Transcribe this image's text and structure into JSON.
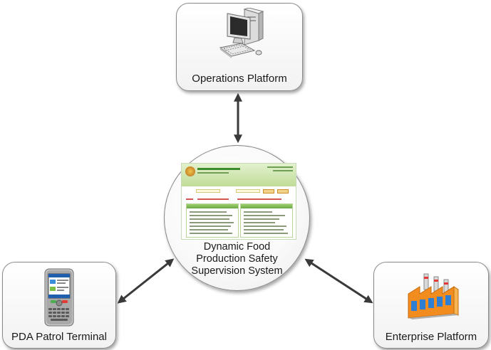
{
  "nodes": {
    "operations_platform": {
      "label": "Operations Platform",
      "icon": "desktop-computer-icon"
    },
    "pda_patrol_terminal": {
      "label": "PDA Patrol Terminal",
      "icon": "pda-device-icon"
    },
    "enterprise_platform": {
      "label": "Enterprise Platform",
      "icon": "factory-icon"
    },
    "hub": {
      "label_lines": [
        "Dynamic Food",
        "Production Safety",
        "Supervision System"
      ],
      "thumbnail": "system-website-screenshot"
    }
  },
  "edges": [
    {
      "from": "hub",
      "to": "operations_platform",
      "type": "bidirectional"
    },
    {
      "from": "hub",
      "to": "pda_patrol_terminal",
      "type": "bidirectional"
    },
    {
      "from": "hub",
      "to": "enterprise_platform",
      "type": "bidirectional"
    }
  ],
  "colors": {
    "arrow": "#3a3a3a",
    "border": "#8a8a8a",
    "thumbnail_green": "#3d8a2c",
    "factory_orange": "#f28c1e",
    "factory_blue": "#2e7fd4"
  }
}
